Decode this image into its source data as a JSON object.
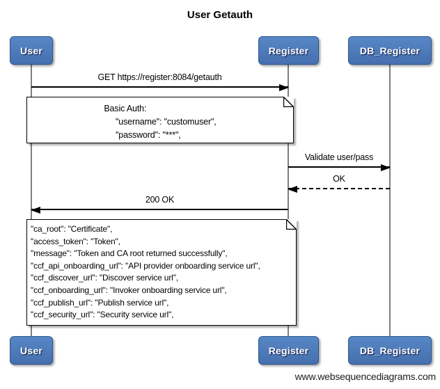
{
  "title": "User Getauth",
  "watermark": "www.websequencediagrams.com",
  "actors": [
    {
      "id": "user",
      "label": "User"
    },
    {
      "id": "register",
      "label": "Register"
    },
    {
      "id": "db_register",
      "label": "DB_Register"
    }
  ],
  "messages": [
    {
      "label": "GET https://register:8084/getauth",
      "from": "User",
      "to": "Register",
      "line": "solid"
    },
    {
      "label": "Validate user/pass",
      "from": "Register",
      "to": "DB_Register",
      "line": "solid"
    },
    {
      "label": "OK",
      "from": "DB_Register",
      "to": "Register",
      "line": "dashed"
    },
    {
      "label": "200 OK",
      "from": "Register",
      "to": "User",
      "line": "solid"
    }
  ],
  "notes": [
    {
      "over": "User,Register",
      "text": "Basic Auth:\n     \"username\": \"customuser\",\n     \"password\": \"***\","
    },
    {
      "over": "User,Register",
      "text": "\"ca_root\": \"Certificate\",\n\"access_token\": \"Token\",\n\"message\": \"Token and CA root returned successfully\",\n\"ccf_api_onboarding_url\": \"API provider onboarding service url\",\n\"ccf_discover_url\": \"Discover service url\",\n\"ccf_onboarding_url\": \"Invoker onboarding service url\",\n\"ccf_publish_url\": \"Publish service url\",\n\"ccf_security_url\": \"Security service url\","
    }
  ],
  "colors": {
    "actor_fill": "#4d7dbd",
    "actor_border": "#2c5791",
    "lifeline": "#7f7f7f",
    "note_bg": "#ffffff",
    "arrow": "#000000"
  }
}
